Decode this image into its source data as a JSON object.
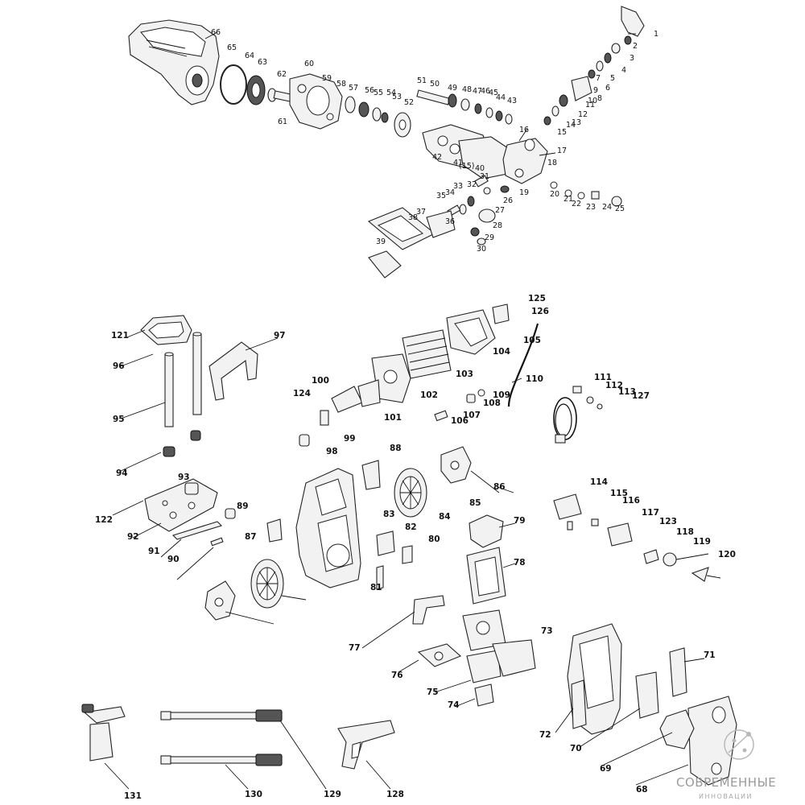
{
  "watermark": {
    "line1": "СОВРЕМЕННЫЕ",
    "line2": "ИННОВАЦИИ"
  },
  "labels_top": [
    "1",
    "2",
    "3",
    "4",
    "5",
    "6",
    "7",
    "8",
    "9",
    "10",
    "11",
    "12",
    "13",
    "14",
    "15",
    "16",
    "17",
    "18",
    "19",
    "20",
    "21",
    "22",
    "23",
    "24",
    "25",
    "26",
    "27",
    "28",
    "29",
    "30",
    "31",
    "32",
    "33",
    "34",
    "35",
    "36",
    "37",
    "38",
    "39",
    "40",
    "41",
    "42",
    "43",
    "44",
    "45",
    "46",
    "47",
    "48",
    "49",
    "50",
    "51",
    "52",
    "53",
    "54",
    "55",
    "56",
    "57",
    "58",
    "59",
    "60",
    "61",
    "62",
    "63",
    "64",
    "65",
    "66",
    "(15)"
  ],
  "labels_bottom": [
    "68",
    "69",
    "70",
    "71",
    "72",
    "73",
    "74",
    "75",
    "76",
    "77",
    "78",
    "79",
    "80",
    "81",
    "82",
    "83",
    "84",
    "85",
    "86",
    "87",
    "88",
    "89",
    "90",
    "91",
    "92",
    "93",
    "94",
    "95",
    "96",
    "97",
    "98",
    "99",
    "100",
    "101",
    "102",
    "103",
    "104",
    "105",
    "106",
    "107",
    "108",
    "109",
    "110",
    "111",
    "112",
    "113",
    "114",
    "115",
    "116",
    "117",
    "118",
    "119",
    "120",
    "121",
    "122",
    "123",
    "124",
    "125",
    "126",
    "127",
    "128",
    "129",
    "130",
    "131"
  ],
  "icons": [
    "pump-assembly",
    "motor",
    "frame",
    "wheel",
    "handle",
    "hose",
    "trigger-gun",
    "lance",
    "foam-bottle",
    "power-cord"
  ]
}
